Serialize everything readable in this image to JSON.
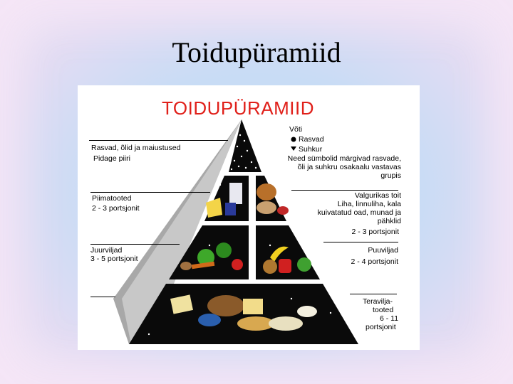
{
  "slide": {
    "title": "Toidupüramiid"
  },
  "figure": {
    "heading": "TOIDUPÜRAMIID",
    "key": {
      "title": "Võti",
      "fats_label": "Rasvad",
      "sugar_label": "Suhkur",
      "note": [
        "Need sümbolid märgivad rasvade,",
        "õli ja suhkru osakaalu vastavas",
        "grupis"
      ]
    },
    "left_labels": {
      "fats": [
        "Rasvad, õlid ja maiustused",
        "Pidage piiri"
      ],
      "dairy": [
        "Piimatooted",
        "2 - 3 portsjonit"
      ],
      "vegetables": [
        "Juurviljad",
        "3 - 5 portsjonit"
      ]
    },
    "right_labels": {
      "protein": [
        "Valgurikas toit",
        "Liha, linnuliha, kala",
        "kuivatatud oad, munad ja",
        "pähklid"
      ],
      "protein_servings": "2 - 3 portsjonit",
      "fruit": [
        "Puuviljad",
        "2 - 4 portsjonit"
      ],
      "grains": [
        "Teravilja-",
        "tooted",
        "6 - 11",
        "portsjonit"
      ]
    },
    "colors": {
      "heading": "#e0201a",
      "pyramid_fill": "#0a0a0a",
      "pyramid_side": "#9a9a9a"
    }
  }
}
